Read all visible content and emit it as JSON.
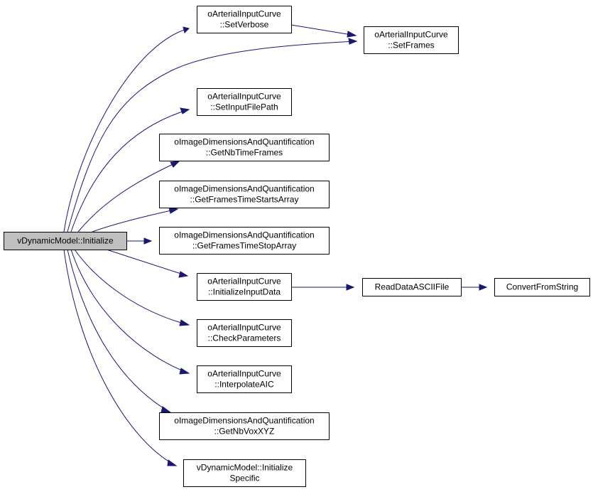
{
  "diagram": {
    "nodes": [
      {
        "id": "root",
        "lines": [
          "vDynamicModel::Initialize"
        ],
        "highlighted": true
      },
      {
        "id": "setverbose",
        "lines": [
          "oArterialInputCurve",
          "::SetVerbose"
        ]
      },
      {
        "id": "setframes",
        "lines": [
          "oArterialInputCurve",
          "::SetFrames"
        ]
      },
      {
        "id": "setinputfilepath",
        "lines": [
          "oArterialInputCurve",
          "::SetInputFilePath"
        ]
      },
      {
        "id": "getnbtimeframes",
        "lines": [
          "oImageDimensionsAndQuantification",
          "::GetNbTimeFrames"
        ]
      },
      {
        "id": "getframestimestarts",
        "lines": [
          "oImageDimensionsAndQuantification",
          "::GetFramesTimeStartsArray"
        ]
      },
      {
        "id": "getframestimestop",
        "lines": [
          "oImageDimensionsAndQuantification",
          "::GetFramesTimeStopArray"
        ]
      },
      {
        "id": "initializeinputdata",
        "lines": [
          "oArterialInputCurve",
          "::InitializeInputData"
        ]
      },
      {
        "id": "readdataascii",
        "lines": [
          "ReadDataASCIIFile"
        ]
      },
      {
        "id": "convertfromstring",
        "lines": [
          "ConvertFromString"
        ]
      },
      {
        "id": "checkparameters",
        "lines": [
          "oArterialInputCurve",
          "::CheckParameters"
        ]
      },
      {
        "id": "interpolateaic",
        "lines": [
          "oArterialInputCurve",
          "::InterpolateAIC"
        ]
      },
      {
        "id": "getnbvoxxyz",
        "lines": [
          "oImageDimensionsAndQuantification",
          "::GetNbVoxXYZ"
        ]
      },
      {
        "id": "initializespecific",
        "lines": [
          "vDynamicModel::Initialize",
          "Specific"
        ]
      }
    ],
    "edges": [
      {
        "from": "root",
        "to": "setverbose"
      },
      {
        "from": "root",
        "to": "setframes"
      },
      {
        "from": "setverbose",
        "to": "setframes"
      },
      {
        "from": "root",
        "to": "setinputfilepath"
      },
      {
        "from": "root",
        "to": "getnbtimeframes"
      },
      {
        "from": "root",
        "to": "getframestimestarts"
      },
      {
        "from": "root",
        "to": "getframestimestop"
      },
      {
        "from": "root",
        "to": "initializeinputdata"
      },
      {
        "from": "initializeinputdata",
        "to": "readdataascii"
      },
      {
        "from": "readdataascii",
        "to": "convertfromstring"
      },
      {
        "from": "root",
        "to": "checkparameters"
      },
      {
        "from": "root",
        "to": "interpolateaic"
      },
      {
        "from": "root",
        "to": "getnbvoxxyz"
      },
      {
        "from": "root",
        "to": "initializespecific"
      }
    ],
    "colors": {
      "edge": "#191970",
      "node_fill": "#ffffff",
      "root_fill": "#bfbfbf",
      "border": "#000000"
    }
  }
}
